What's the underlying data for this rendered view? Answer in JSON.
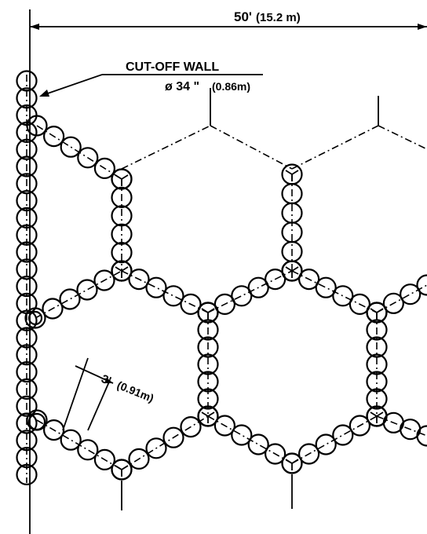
{
  "dimensions": {
    "overall_width": "50'",
    "overall_width_metric": "(15.2 m)",
    "spacing": "3'",
    "spacing_metric": "(0.91m)"
  },
  "cutoff_wall": {
    "title": "CUT-OFF WALL",
    "diameter": "ø 34 \"",
    "diameter_metric": "(0.86m)"
  }
}
